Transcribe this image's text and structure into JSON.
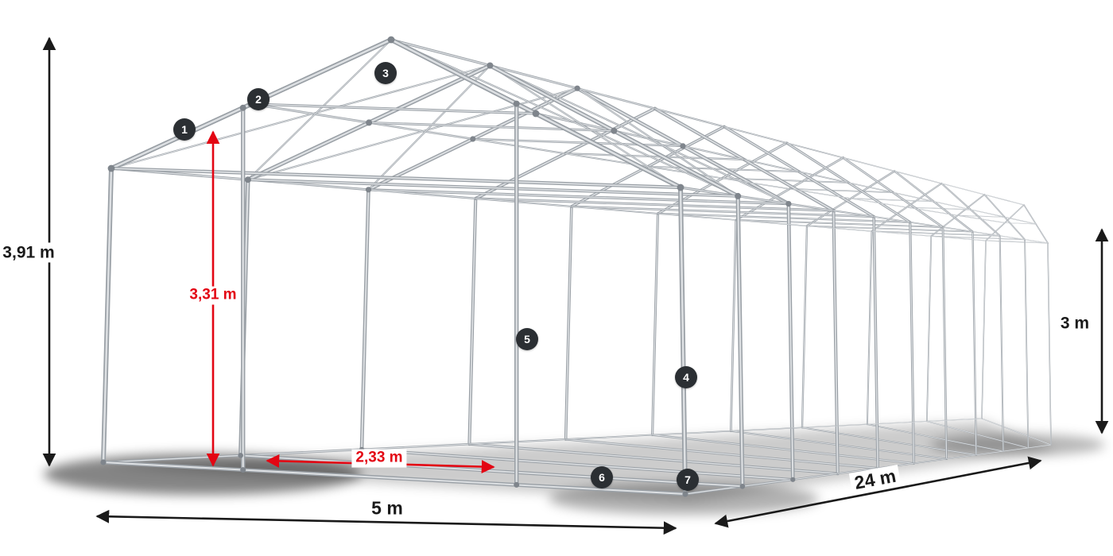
{
  "diagram": {
    "dimensions": {
      "total_height": "3,91 m",
      "inner_height": "3,31 m",
      "bay_spacing": "2,33 m",
      "width": "5 m",
      "length": "24 m",
      "side_height": "3 m"
    },
    "markers": [
      "1",
      "2",
      "3",
      "4",
      "5",
      "6",
      "7"
    ],
    "colors": {
      "dimension_red": "#e30613",
      "dimension_black": "#1a1a1a",
      "badge_bg": "#2b2f33",
      "frame_pipe": "#9aa0a6",
      "frame_highlight": "#dde0e3",
      "frame_joint": "#7f858c",
      "shadow": "#000000"
    }
  }
}
